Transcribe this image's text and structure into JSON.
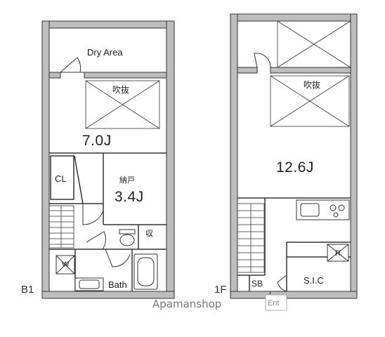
{
  "b1": {
    "floor_label": "B1",
    "dry_area": "Dry Area",
    "void": "吹抜",
    "main_room": "7.0J",
    "closet": "CL",
    "storage_label": "納戸",
    "storage_size": "3.4J",
    "small_storage": "収",
    "washer": "W",
    "bath": "Bath"
  },
  "f1": {
    "floor_label": "1F",
    "void": "吹抜",
    "main_room": "12.6J",
    "fridge": "R",
    "shoe_box": "SB",
    "walk_in_closet": "S.I.C",
    "entrance": "Ent"
  },
  "watermark": "Apamanshop",
  "colors": {
    "wall": "#bdbdbd",
    "line": "#333333",
    "bg": "#ffffff"
  }
}
